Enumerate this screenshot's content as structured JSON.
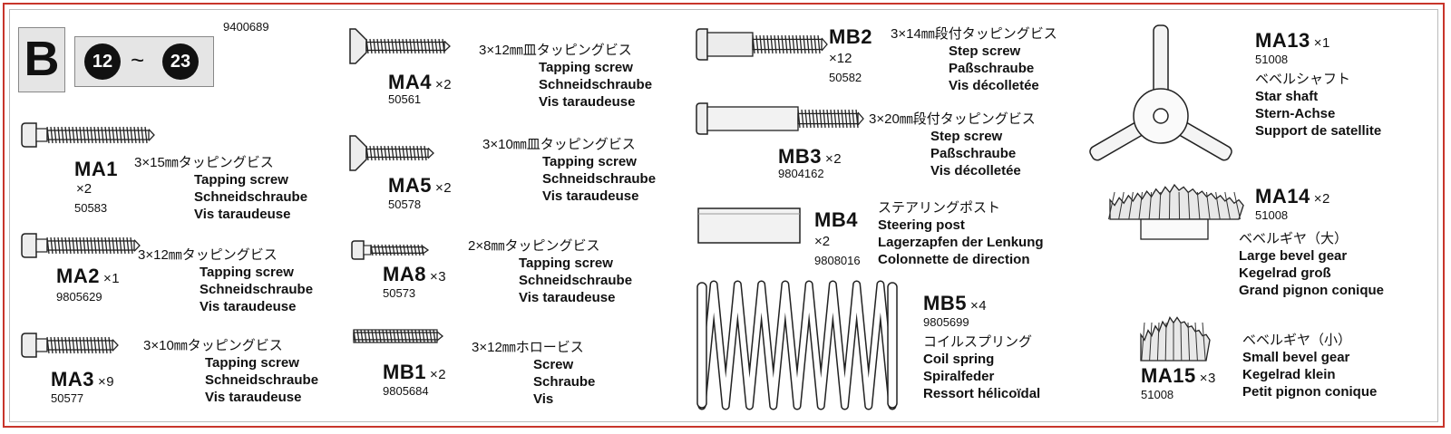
{
  "header": {
    "section_letter": "B",
    "step_from": "12",
    "step_sep": "~",
    "step_to": "23",
    "sheet_number": "9400689"
  },
  "parts": {
    "ma1": {
      "code": "MA1",
      "qty": "×2",
      "number": "50583",
      "jp": "3×15㎜タッピングビス",
      "en": "Tapping screw",
      "de": "Schneidschraube",
      "fr": "Vis taraudeuse"
    },
    "ma2": {
      "code": "MA2",
      "qty": "×1",
      "number": "9805629",
      "jp": "3×12㎜タッピングビス",
      "en": "Tapping screw",
      "de": "Schneidschraube",
      "fr": "Vis taraudeuse"
    },
    "ma3": {
      "code": "MA3",
      "qty": "×9",
      "number": "50577",
      "jp": "3×10㎜タッピングビス",
      "en": "Tapping screw",
      "de": "Schneidschraube",
      "fr": "Vis taraudeuse"
    },
    "ma4": {
      "code": "MA4",
      "qty": "×2",
      "number": "50561",
      "jp": "3×12㎜皿タッピングビス",
      "en": "Tapping screw",
      "de": "Schneidschraube",
      "fr": "Vis taraudeuse"
    },
    "ma5": {
      "code": "MA5",
      "qty": "×2",
      "number": "50578",
      "jp": "3×10㎜皿タッピングビス",
      "en": "Tapping screw",
      "de": "Schneidschraube",
      "fr": "Vis taraudeuse"
    },
    "ma8": {
      "code": "MA8",
      "qty": "×3",
      "number": "50573",
      "jp": "2×8㎜タッピングビス",
      "en": "Tapping screw",
      "de": "Schneidschraube",
      "fr": "Vis taraudeuse"
    },
    "mb1": {
      "code": "MB1",
      "qty": "×2",
      "number": "9805684",
      "jp": "3×12㎜ホロービス",
      "en": "Screw",
      "de": "Schraube",
      "fr": "Vis"
    },
    "mb2": {
      "code": "MB2",
      "qty": "×12",
      "number": "50582",
      "jp": "3×14㎜段付タッピングビス",
      "en": "Step screw",
      "de": "Paßschraube",
      "fr": "Vis décolletée"
    },
    "mb3": {
      "code": "MB3",
      "qty": "×2",
      "number": "9804162",
      "jp": "3×20㎜段付タッピングビス",
      "en": "Step screw",
      "de": "Paßschraube",
      "fr": "Vis décolletée"
    },
    "mb4": {
      "code": "MB4",
      "qty": "×2",
      "number": "9808016",
      "jp": "ステアリングポスト",
      "en": "Steering post",
      "de": "Lagerzapfen der Lenkung",
      "fr": "Colonnette de direction"
    },
    "mb5": {
      "code": "MB5",
      "qty": "×4",
      "number": "9805699",
      "jp": "コイルスプリング",
      "en": "Coil spring",
      "de": "Spiralfeder",
      "fr": "Ressort hélicoïdal"
    },
    "ma13": {
      "code": "MA13",
      "qty": "×1",
      "number": "51008",
      "jp": "ベベルシャフト",
      "en": "Star shaft",
      "de": "Stern-Achse",
      "fr": "Support de satellite"
    },
    "ma14": {
      "code": "MA14",
      "qty": "×2",
      "number": "51008",
      "jp": "ベベルギヤ（大）",
      "en": "Large bevel gear",
      "de": "Kegelrad groß",
      "fr": "Grand pignon conique"
    },
    "ma15": {
      "code": "MA15",
      "qty": "×3",
      "number": "51008",
      "jp": "ベベルギヤ（小）",
      "en": "Small bevel gear",
      "de": "Kegelrad klein",
      "fr": "Petit pignon conique"
    }
  },
  "colors": {
    "frame": "#c8352b",
    "badge": "#e5e5e5"
  }
}
